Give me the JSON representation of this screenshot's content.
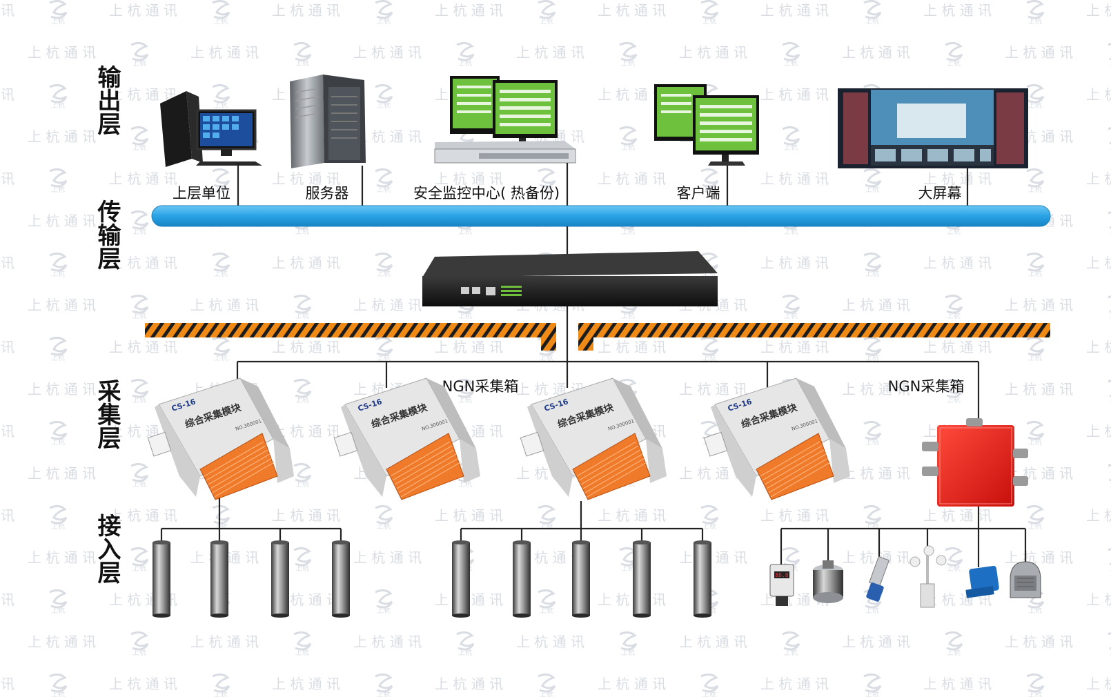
{
  "layers": {
    "output": "输出层",
    "transport": "传输层",
    "collect": "采集层",
    "access": "接入层"
  },
  "devices": {
    "upper_unit": "上层单位",
    "server": "服务器",
    "monitor_center": "安全监控中心( 热备份)",
    "client": "客户端",
    "big_screen": "大屏幕"
  },
  "collect": {
    "ngn_box_1": "NGN采集箱",
    "ngn_box_2": "NGN采集箱",
    "module_model": "CS-16",
    "module_name": "综合采集模块",
    "module_serial": "NO.300001"
  },
  "watermark": {
    "text": "上 杭 通 讯",
    "logo_text": "上杭"
  },
  "colors": {
    "bus": "#29a3e6",
    "hazard_orange": "#f08a16",
    "hazard_dark": "#1c1c1c",
    "ngn_box": "#e81e18",
    "module_terminal": "#ef7a2a",
    "screen_green": "#6ec13c"
  }
}
